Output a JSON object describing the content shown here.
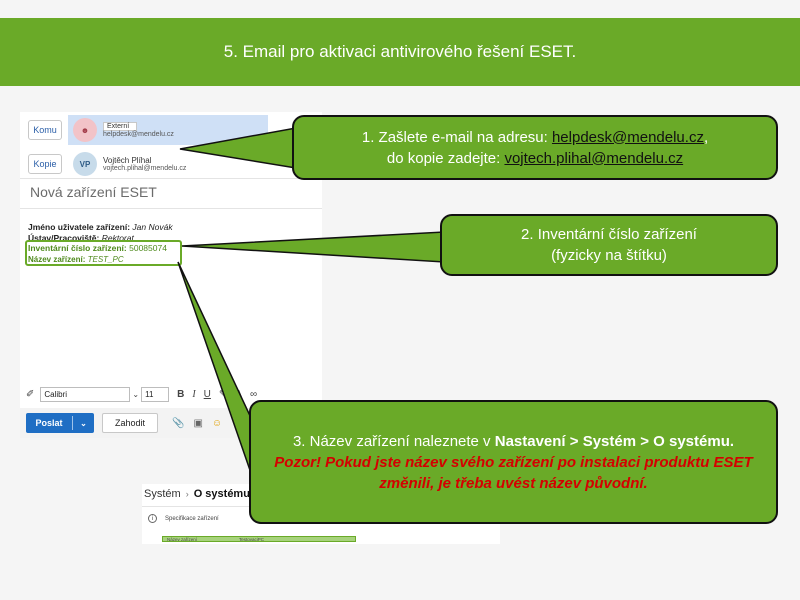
{
  "slide": {
    "title": "5. Email pro aktivaci antivirového řešení ESET."
  },
  "email": {
    "to_button": "Komu",
    "to_badge": "Externí",
    "to_address": "helpdesk@mendelu.cz",
    "cc_button": "Kopie",
    "cc_initials": "VP",
    "cc_name": "Vojtěch Plíhal",
    "cc_address": "vojtech.plihal@mendelu.cz",
    "subject": "Nová zařízení ESET",
    "body": {
      "user_label": "Jméno uživatele zařízení:",
      "user_value": "Jan Novák",
      "dept_label": "Ústav/Pracoviště:",
      "dept_value": "Rektorat",
      "inv_label": "Inventární číslo zařízení:",
      "inv_value": "50085074",
      "device_label": "Název zařízení:",
      "device_value": "TEST_PC"
    },
    "toolbar": {
      "font": "Calibri",
      "size": "11",
      "bold": "B",
      "italic": "I",
      "underline": "U",
      "font_color": "A"
    },
    "actions": {
      "send": "Poslat",
      "discard": "Zahodit"
    }
  },
  "system": {
    "breadcrumb_root": "Systém",
    "breadcrumb_current": "O systému",
    "spec_label": "Specifikace zařízení",
    "name_label": "Název zařízení",
    "name_value": "TestovaciPC"
  },
  "callouts": {
    "c1_line1_prefix": "1. Zašlete e-mail na adresu: ",
    "c1_email1": "helpdesk@mendelu.cz",
    "c1_line1_suffix": ",",
    "c1_line2_prefix": "do kopie zadejte: ",
    "c1_email2": "vojtech.plihal@mendelu.cz",
    "c2_line1": "2. Inventární číslo zařízení",
    "c2_line2": "(fyzicky na štítku)",
    "c3_prefix": "3. Název zařízení naleznete v ",
    "c3_path": "Nastavení > Systém > O systému.",
    "c3_warning": "Pozor! Pokud jste název svého zařízení po instalaci produktu ESET změnili, je třeba uvést název původní."
  },
  "colors": {
    "green": "#6aaa28",
    "warning_red": "#d40000",
    "outlook_blue": "#1f6ec4"
  }
}
